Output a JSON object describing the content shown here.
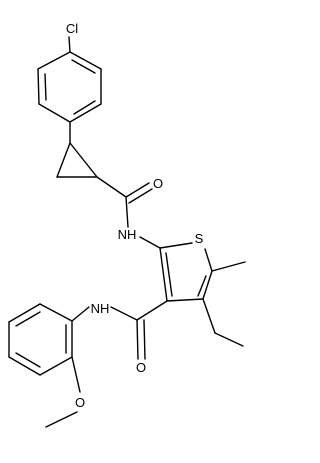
{
  "molecule": {
    "atom_labels": {
      "chlorine": "Cl",
      "amide_oxygen_top": "O",
      "amide_nh_top": "NH",
      "thiophene_sulfur": "S",
      "amide_nh_bottom": "NH",
      "amide_oxygen_bottom": "O",
      "methoxy_oxygen": "O"
    },
    "colors": {
      "bond": "#000000",
      "background": "#ffffff"
    }
  }
}
